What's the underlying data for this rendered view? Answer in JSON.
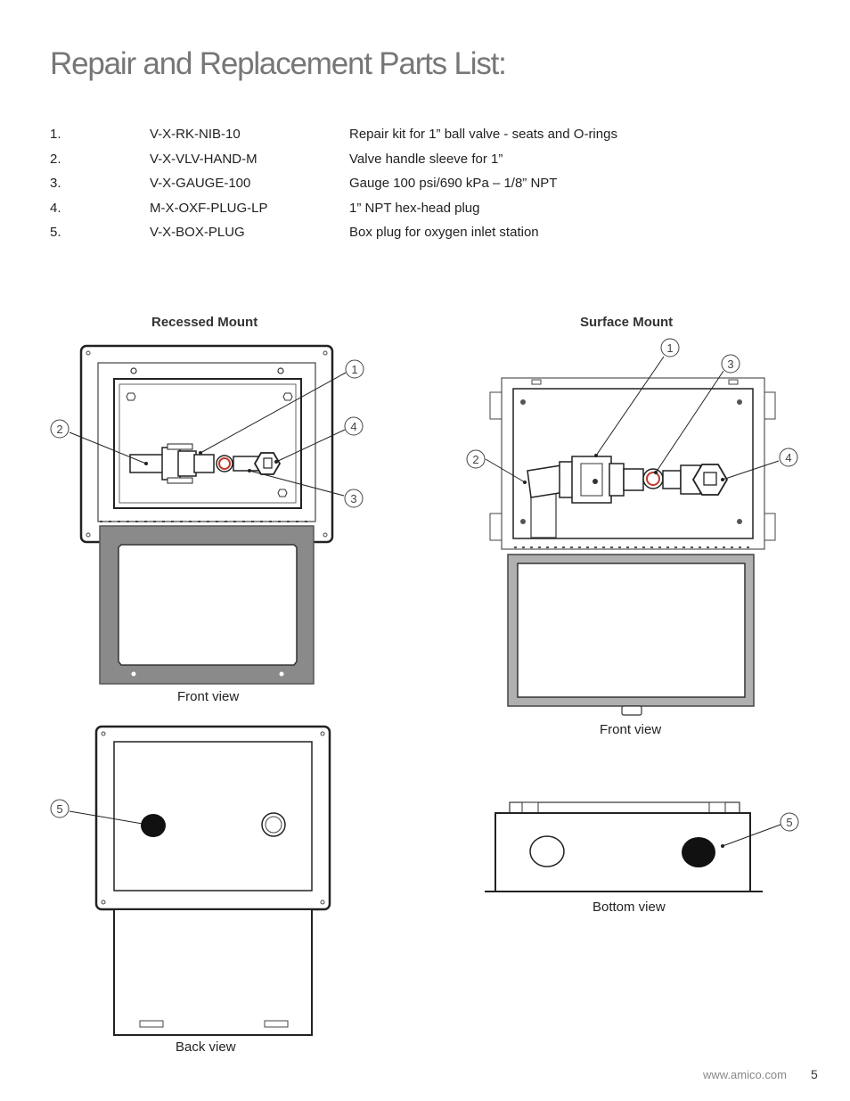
{
  "page": {
    "title": "Repair and Replacement Parts List:",
    "footer_url": "www.amico.com",
    "page_number": "5"
  },
  "parts": [
    {
      "num": "1.",
      "code": "V-X-RK-NIB-10",
      "desc": "Repair kit for 1” ball valve - seats and O-rings"
    },
    {
      "num": "2.",
      "code": "V-X-VLV-HAND-M",
      "desc": "Valve handle sleeve for 1”"
    },
    {
      "num": "3.",
      "code": "V-X-GAUGE-100",
      "desc": "Gauge 100 psi/690 kPa – 1/8” NPT"
    },
    {
      "num": "4.",
      "code": "M-X-OXF-PLUG-LP",
      "desc": "1” NPT hex-head plug"
    },
    {
      "num": "5.",
      "code": "V-X-BOX-PLUG",
      "desc": "Box plug for oxygen inlet station"
    }
  ],
  "figures": {
    "recessed": {
      "heading": "Recessed Mount",
      "front_caption": "Front view",
      "back_caption": "Back view"
    },
    "surface": {
      "heading": "Surface Mount",
      "front_caption": "Front view",
      "bottom_caption": "Bottom view"
    },
    "callouts": [
      "1",
      "2",
      "3",
      "4",
      "5"
    ]
  },
  "colors": {
    "title_gray": "#777777",
    "frame_gray": "#808080",
    "gauge_red": "#c0392b"
  }
}
